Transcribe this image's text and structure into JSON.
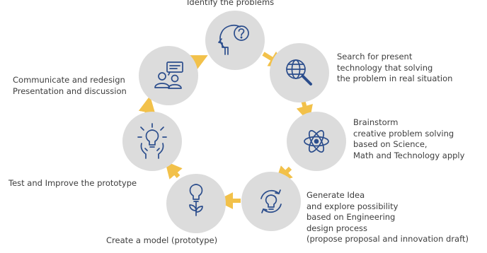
{
  "colors": {
    "circle": "#dcdcdc",
    "arrow": "#f2c14a",
    "icon": "#2b4d8c",
    "text": "#3d3d3d"
  },
  "steps": [
    {
      "id": "identify",
      "icon": "head-question-icon",
      "lines": [
        "Identify the problems"
      ]
    },
    {
      "id": "search",
      "icon": "globe-magnifier-icon",
      "lines": [
        "Search for present",
        "technology that solving",
        "the problem in real situation"
      ]
    },
    {
      "id": "brainstorm",
      "icon": "atom-icon",
      "lines": [
        "Brainstorm",
        "creative problem solving",
        "based on Science,",
        "Math and Technology apply"
      ]
    },
    {
      "id": "generate",
      "icon": "lightbulb-cycle-icon",
      "lines": [
        "Generate Idea",
        "and explore possibility",
        "based on Engineering",
        "design process",
        "(propose proposal and innovation draft)"
      ]
    },
    {
      "id": "model",
      "icon": "lightbulb-plant-icon",
      "lines": [
        "Create a model (prototype)"
      ]
    },
    {
      "id": "test",
      "icon": "lightbulb-hands-icon",
      "lines": [
        "Test and Improve the prototype"
      ]
    },
    {
      "id": "communicate",
      "icon": "presentation-people-icon",
      "lines": [
        "Communicate and redesign",
        "Presentation and discussion"
      ]
    }
  ]
}
